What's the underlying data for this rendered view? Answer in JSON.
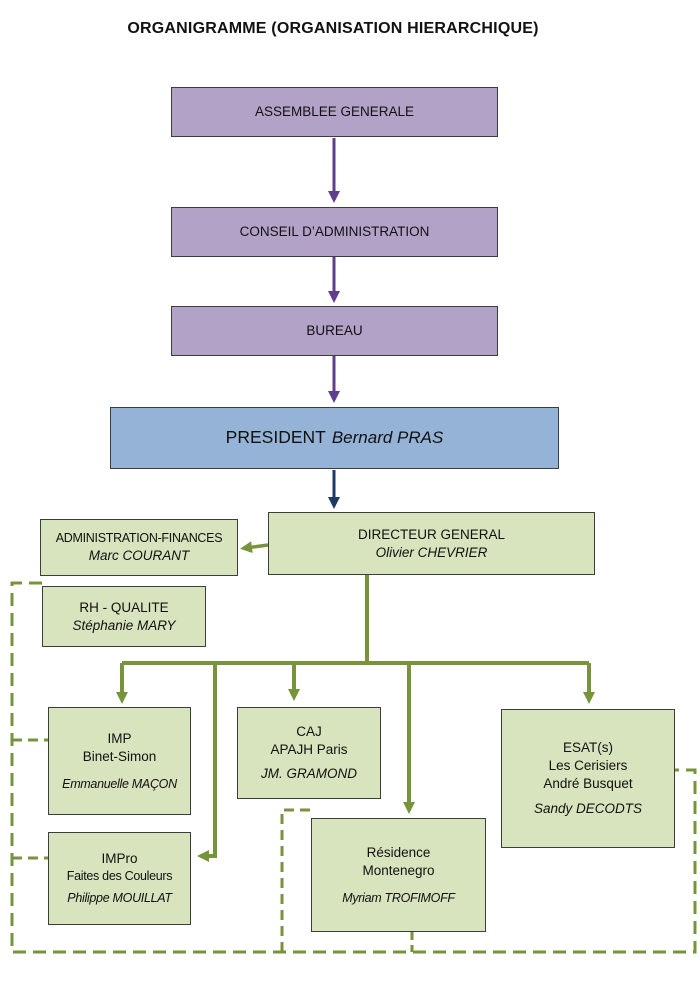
{
  "title": "ORGANIGRAMME (ORGANISATION HIERARCHIQUE)",
  "colors": {
    "governance": "#b3a2c7",
    "president": "#95b3d7",
    "services": "#d7e4bd",
    "purple_arrow": "#5f3f8a",
    "navy_arrow": "#1f3864",
    "green_line": "#77933c"
  },
  "nodes": {
    "assemblee": {
      "label": "ASSEMBLEE GENERALE"
    },
    "conseil": {
      "label": "CONSEIL D’ADMINISTRATION"
    },
    "bureau": {
      "label": "BUREAU"
    },
    "president": {
      "label": "PRESIDENT",
      "name": "Bernard PRAS"
    },
    "directeur": {
      "label": "DIRECTEUR GENERAL",
      "name": "Olivier CHEVRIER"
    },
    "admin_fin": {
      "label": "ADMINISTRATION-FINANCES",
      "name": "Marc COURANT"
    },
    "rh": {
      "label": "RH - QUALITE",
      "name": "Stéphanie MARY"
    },
    "imp": {
      "line1": "IMP",
      "line2": "Binet-Simon",
      "name": "Emmanuelle MAÇON"
    },
    "impro": {
      "line1": "IMPro",
      "line2": "Faites des Couleurs",
      "name": "Philippe MOUILLAT"
    },
    "caj": {
      "line1": "CAJ",
      "line2": "APAJH Paris",
      "name": "JM. GRAMOND"
    },
    "residence": {
      "line1": "Résidence",
      "line2": "Montenegro",
      "name": "Myriam TROFIMOFF"
    },
    "esat": {
      "line1": "ESAT(s)",
      "line2": "Les Cerisiers",
      "line3": "André Busquet",
      "name": "Sandy DECODTS"
    }
  }
}
